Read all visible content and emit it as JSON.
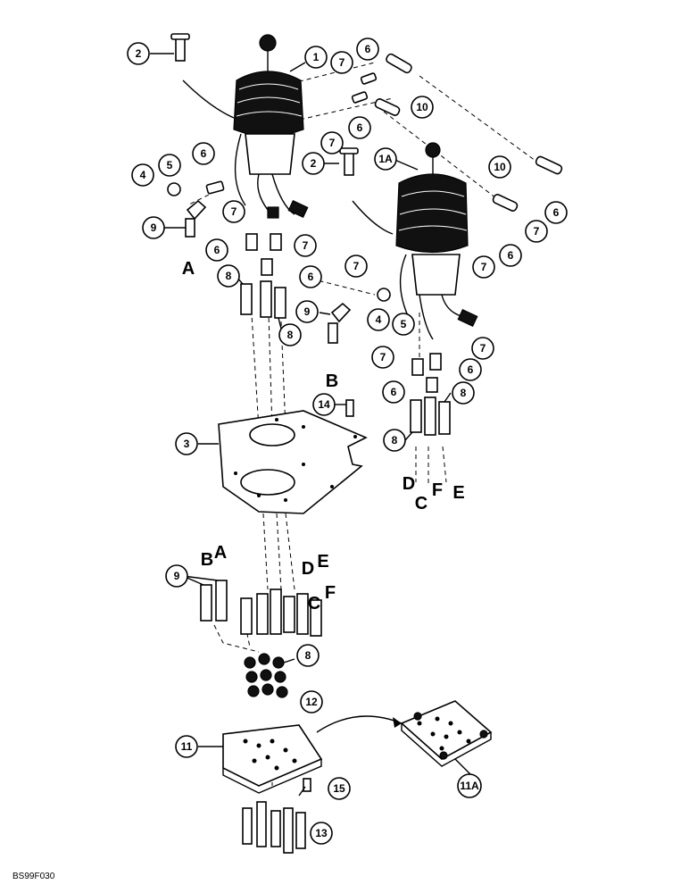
{
  "figure_code": "BS99F030",
  "callouts": [
    "1",
    "1A",
    "2",
    "2",
    "3",
    "4",
    "4",
    "5",
    "5",
    "6",
    "6",
    "6",
    "6",
    "6",
    "6",
    "6",
    "6",
    "7",
    "7",
    "7",
    "7",
    "7",
    "7",
    "7",
    "7",
    "7",
    "8",
    "8",
    "8",
    "8",
    "8",
    "9",
    "9",
    "9",
    "10",
    "10",
    "11",
    "11A",
    "12",
    "13",
    "14",
    "15"
  ],
  "letters": [
    "A",
    "B",
    "A",
    "B",
    "C",
    "D",
    "E",
    "F",
    "C",
    "D",
    "E",
    "F"
  ]
}
